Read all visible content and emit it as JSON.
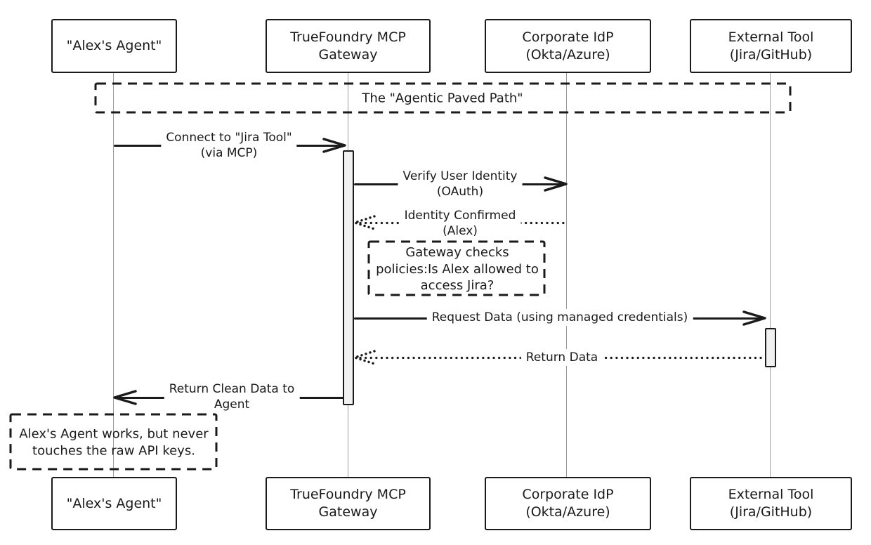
{
  "diagram": {
    "frame": {
      "label": "The \"Agentic Paved Path\""
    },
    "actors": {
      "agent": {
        "lines": [
          "\"Alex's Agent\""
        ]
      },
      "gateway": {
        "lines": [
          "TrueFoundry MCP",
          "Gateway"
        ]
      },
      "idp": {
        "lines": [
          "Corporate IdP",
          "(Okta/Azure)"
        ]
      },
      "tool": {
        "lines": [
          "External Tool",
          "(Jira/GitHub)"
        ]
      }
    },
    "messages": {
      "connect": {
        "lines": [
          "Connect to \"Jira Tool\"",
          "(via MCP)"
        ],
        "style": "solid",
        "from": "agent",
        "to": "gateway"
      },
      "verify": {
        "lines": [
          "Verify User Identity",
          "(OAuth)"
        ],
        "style": "solid",
        "from": "gateway",
        "to": "idp"
      },
      "identity": {
        "lines": [
          "Identity Confirmed",
          "(Alex)"
        ],
        "style": "dotted",
        "from": "idp",
        "to": "gateway"
      },
      "request": {
        "lines": [
          "Request Data (using managed credentials)"
        ],
        "style": "solid",
        "from": "gateway",
        "to": "tool"
      },
      "return_data": {
        "lines": [
          "Return Data"
        ],
        "style": "dotted",
        "from": "tool",
        "to": "gateway"
      },
      "return_clean": {
        "lines": [
          "Return Clean Data to",
          "Agent"
        ],
        "style": "solid",
        "from": "gateway",
        "to": "agent"
      }
    },
    "notes": {
      "policy": {
        "lines": [
          "Gateway checks",
          "policies:Is Alex allowed to",
          "access Jira?"
        ]
      },
      "api_keys": {
        "lines": [
          "Alex's Agent works, but never",
          "touches the raw API keys."
        ]
      }
    },
    "colors": {
      "stroke": "#1a1a1a",
      "lifeline": "#9c9c9c",
      "activation_fill": "#f1f1f1",
      "background": "#ffffff"
    }
  }
}
